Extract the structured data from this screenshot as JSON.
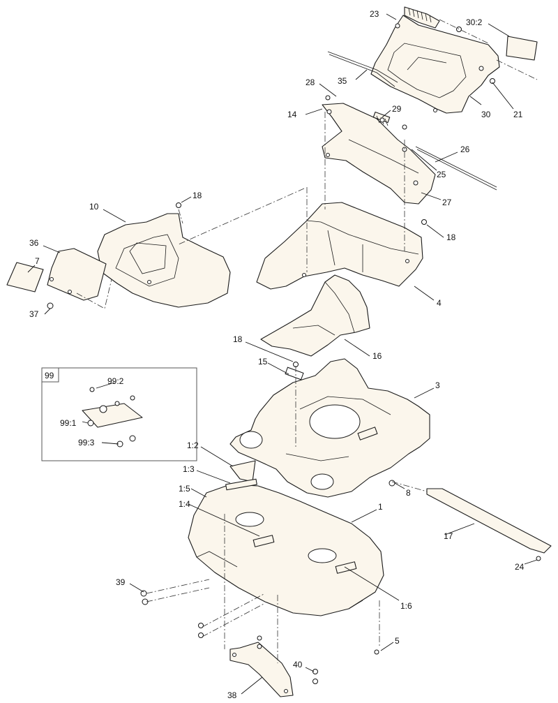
{
  "diagram": {
    "inset": {
      "tag": "99",
      "labels": [
        "99:2",
        "99:1",
        "99:3"
      ]
    },
    "callouts": {
      "c23": "23",
      "c30_2": "30:2",
      "c35": "35",
      "c28": "28",
      "c14": "14",
      "c29": "29",
      "c30": "30",
      "c21": "21",
      "c26": "26",
      "c25": "25",
      "c27": "27",
      "c18a": "18",
      "c10": "10",
      "c36": "36",
      "c7": "7",
      "c37": "37",
      "c18b": "18",
      "c4": "4",
      "c18c": "18",
      "c15": "15",
      "c16": "16",
      "c3": "3",
      "c1_2": "1:2",
      "c1_3": "1:3",
      "c1_5": "1:5",
      "c1_4": "1:4",
      "c1": "1",
      "c8": "8",
      "c17": "17",
      "c24": "24",
      "c39": "39",
      "c1_6": "1:6",
      "c5": "5",
      "c40": "40",
      "c38": "38"
    }
  }
}
